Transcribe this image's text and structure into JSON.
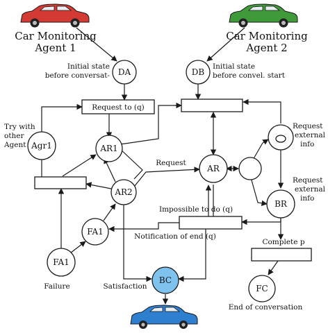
{
  "agents": {
    "agent1": {
      "title_line1": "Car Monitoring",
      "title_line2": "Agent 1",
      "car_color": "#d43a34"
    },
    "agent2": {
      "title_line1": "Car Monitoring",
      "title_line2": "Agent 2",
      "car_color": "#3f9a3a"
    },
    "result_car_color": "#2e7fcf"
  },
  "nodes": {
    "DA": "DA",
    "DB": "DB",
    "AR1": "AR1",
    "AR2": "AR2",
    "AR": "AR",
    "BR": "BR",
    "Agr1": "Agr1",
    "FA1_upper": "FA1",
    "FA1_lower": "FA1",
    "BC": "BC",
    "FC": "FC"
  },
  "labels": {
    "da_state_line1": "Initial state",
    "da_state_line2": "before conversat-",
    "db_state_line1": "Initial state",
    "db_state_line2": "before convel. start",
    "request_to": "Request to (q)",
    "try_line1": "Try with",
    "try_line2": "other",
    "try_line3": "Agent",
    "request": "Request",
    "request_ext1_line1": "Request",
    "request_ext1_line2": "external",
    "request_ext1_line3": "info",
    "request_ext2_line1": "Request",
    "request_ext2_line2": "external",
    "request_ext2_line3": "info",
    "impossible": "Impossible to do (q)",
    "notification": "Notification of end (q)",
    "complete": "Complete p",
    "failure": "Failure",
    "satisfaction": "Satisfaction",
    "end_conv": "End of conversation"
  },
  "colors": {
    "bc_fill": "#7ec3ee"
  }
}
